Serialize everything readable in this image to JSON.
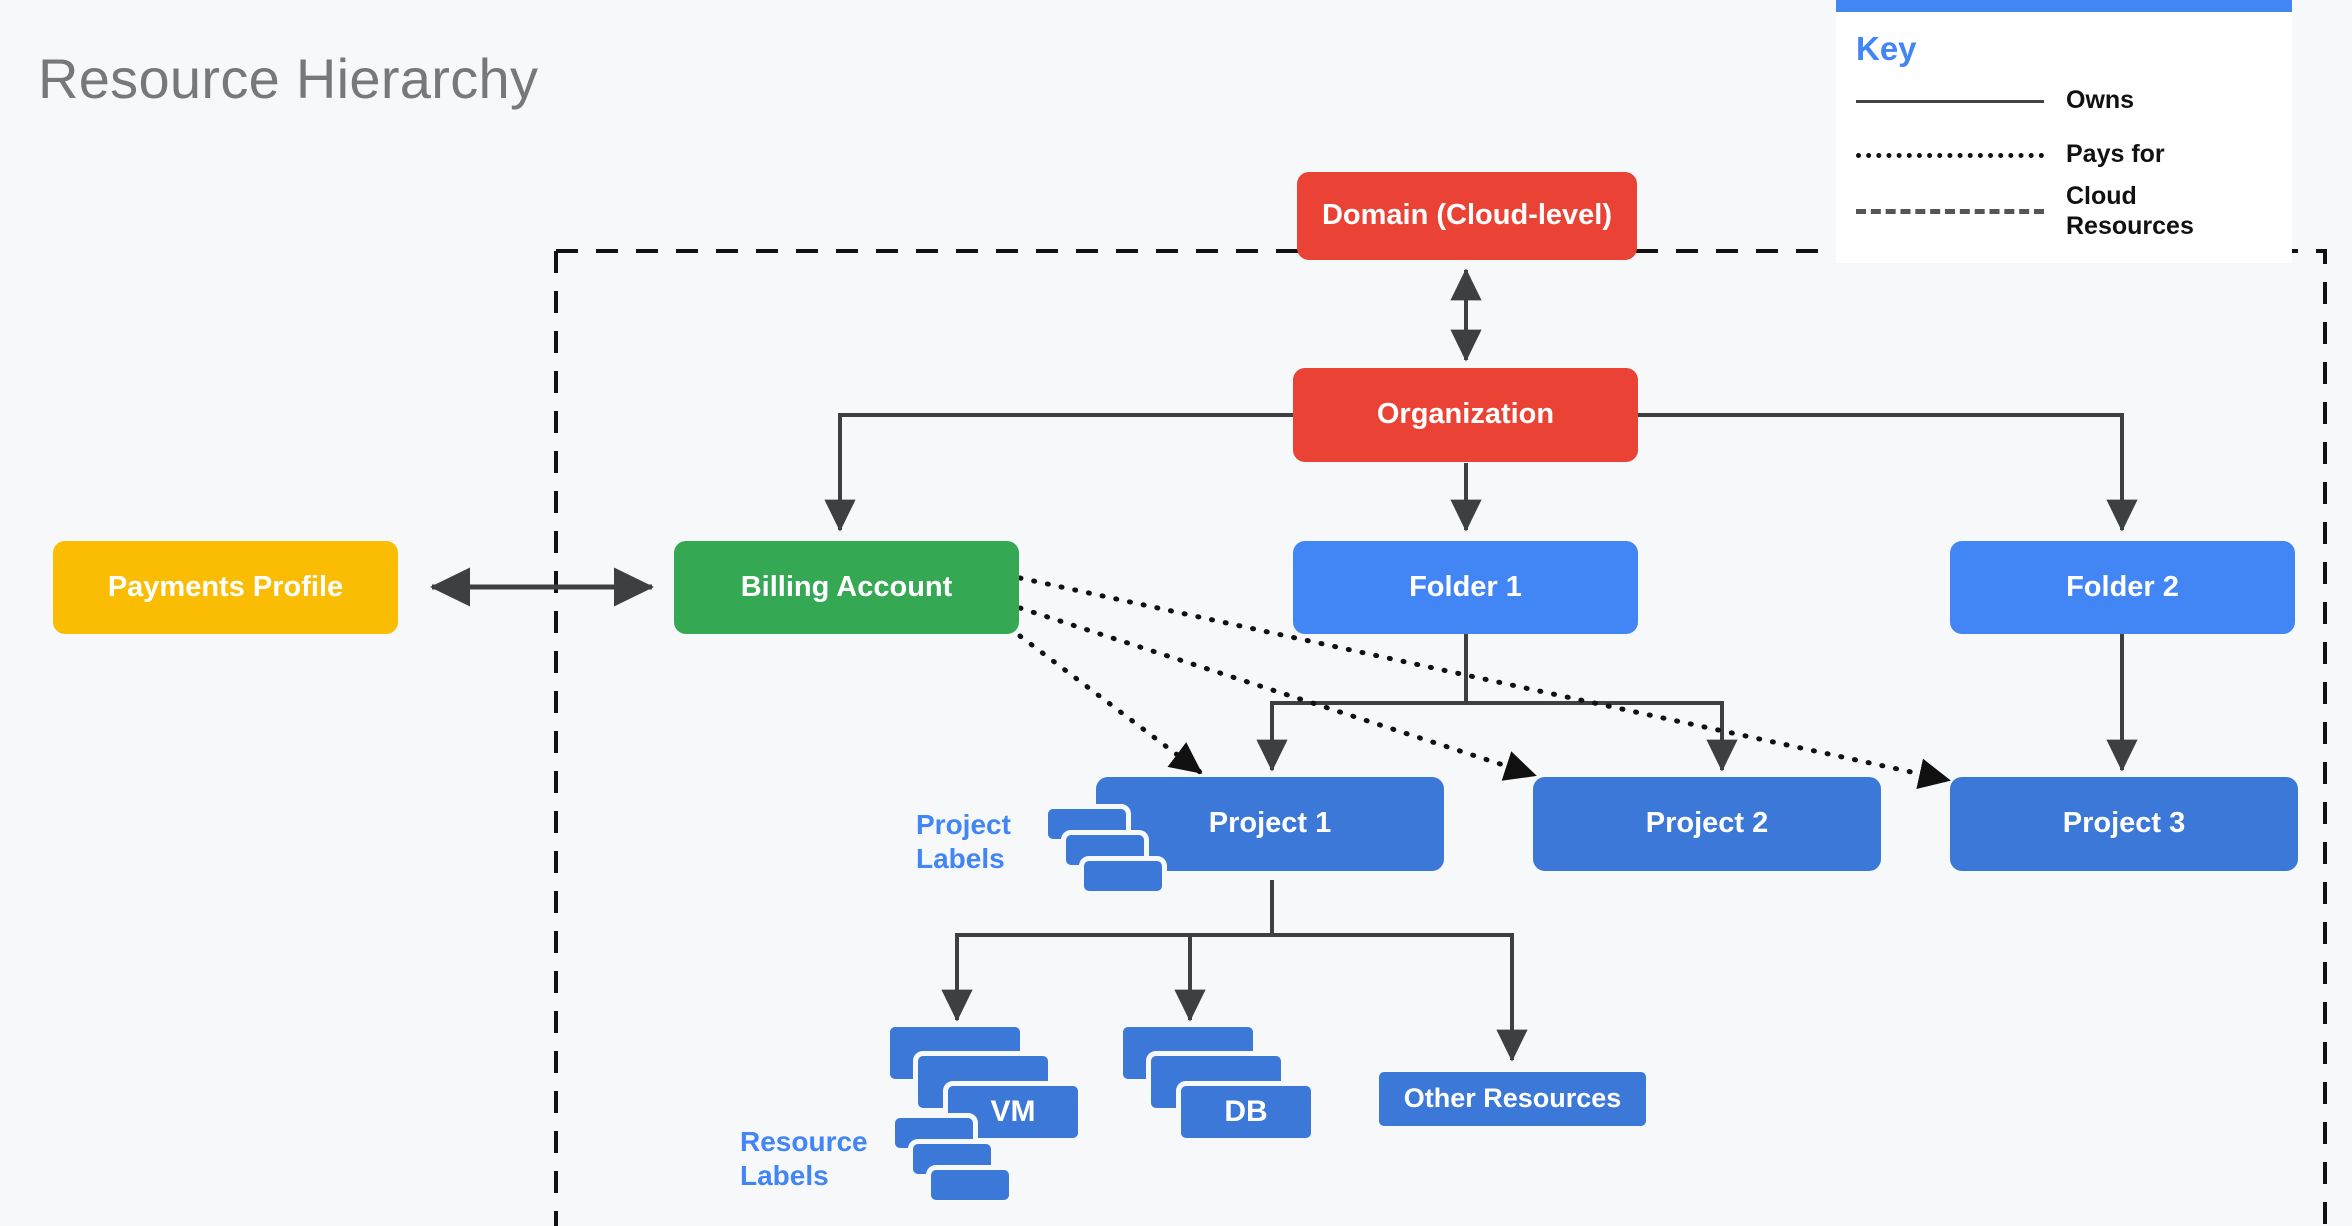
{
  "page": {
    "title": "Resource Hierarchy",
    "background_color": "#f6f8fa"
  },
  "colors": {
    "red": "#ea4335",
    "yellow": "#fbbc04",
    "green": "#34a853",
    "blue": "#4285f4",
    "project_blue": "#3b78d8",
    "title_gray": "#76797c",
    "edge_gray": "#3c4043"
  },
  "key": {
    "title": "Key",
    "rows": [
      {
        "style": "solid",
        "label": "Owns"
      },
      {
        "style": "dotted",
        "label": "Pays for"
      },
      {
        "style": "dashed",
        "label": "Cloud\nResources"
      }
    ]
  },
  "nodes": {
    "domain": "Domain (Cloud-level)",
    "organization": "Organization",
    "payments_profile": "Payments Profile",
    "billing_account": "Billing Account",
    "folder1": "Folder 1",
    "folder2": "Folder 2",
    "project1": "Project 1",
    "project2": "Project 2",
    "project3": "Project 3",
    "vm": "VM",
    "db": "DB",
    "other_resources": "Other Resources"
  },
  "annotations": {
    "project_labels": "Project\nLabels",
    "resource_labels": "Resource\nLabels"
  },
  "edges": [
    {
      "from": "organization",
      "to": "domain",
      "type": "owns",
      "arrow": "both"
    },
    {
      "from": "organization",
      "to": "billing_account",
      "type": "owns",
      "arrow": "to"
    },
    {
      "from": "organization",
      "to": "folder1",
      "type": "owns",
      "arrow": "to"
    },
    {
      "from": "organization",
      "to": "folder2",
      "type": "owns",
      "arrow": "to"
    },
    {
      "from": "payments_profile",
      "to": "billing_account",
      "type": "owns",
      "arrow": "both"
    },
    {
      "from": "folder1",
      "to": "project1",
      "type": "owns",
      "arrow": "to"
    },
    {
      "from": "folder1",
      "to": "project2",
      "type": "owns",
      "arrow": "to"
    },
    {
      "from": "folder2",
      "to": "project3",
      "type": "owns",
      "arrow": "to"
    },
    {
      "from": "project1",
      "to": "vm",
      "type": "owns",
      "arrow": "to"
    },
    {
      "from": "project1",
      "to": "db",
      "type": "owns",
      "arrow": "to"
    },
    {
      "from": "project1",
      "to": "other_resources",
      "type": "owns",
      "arrow": "to"
    },
    {
      "from": "billing_account",
      "to": "project1",
      "type": "pays_for",
      "arrow": "to"
    },
    {
      "from": "billing_account",
      "to": "project2",
      "type": "pays_for",
      "arrow": "to"
    },
    {
      "from": "billing_account",
      "to": "project3",
      "type": "pays_for",
      "arrow": "to"
    }
  ],
  "cloud_resources_boundary": {
    "style": "dashed",
    "description": "Dashed rectangle enclosing Billing Account, Folders, Projects and Resources"
  }
}
